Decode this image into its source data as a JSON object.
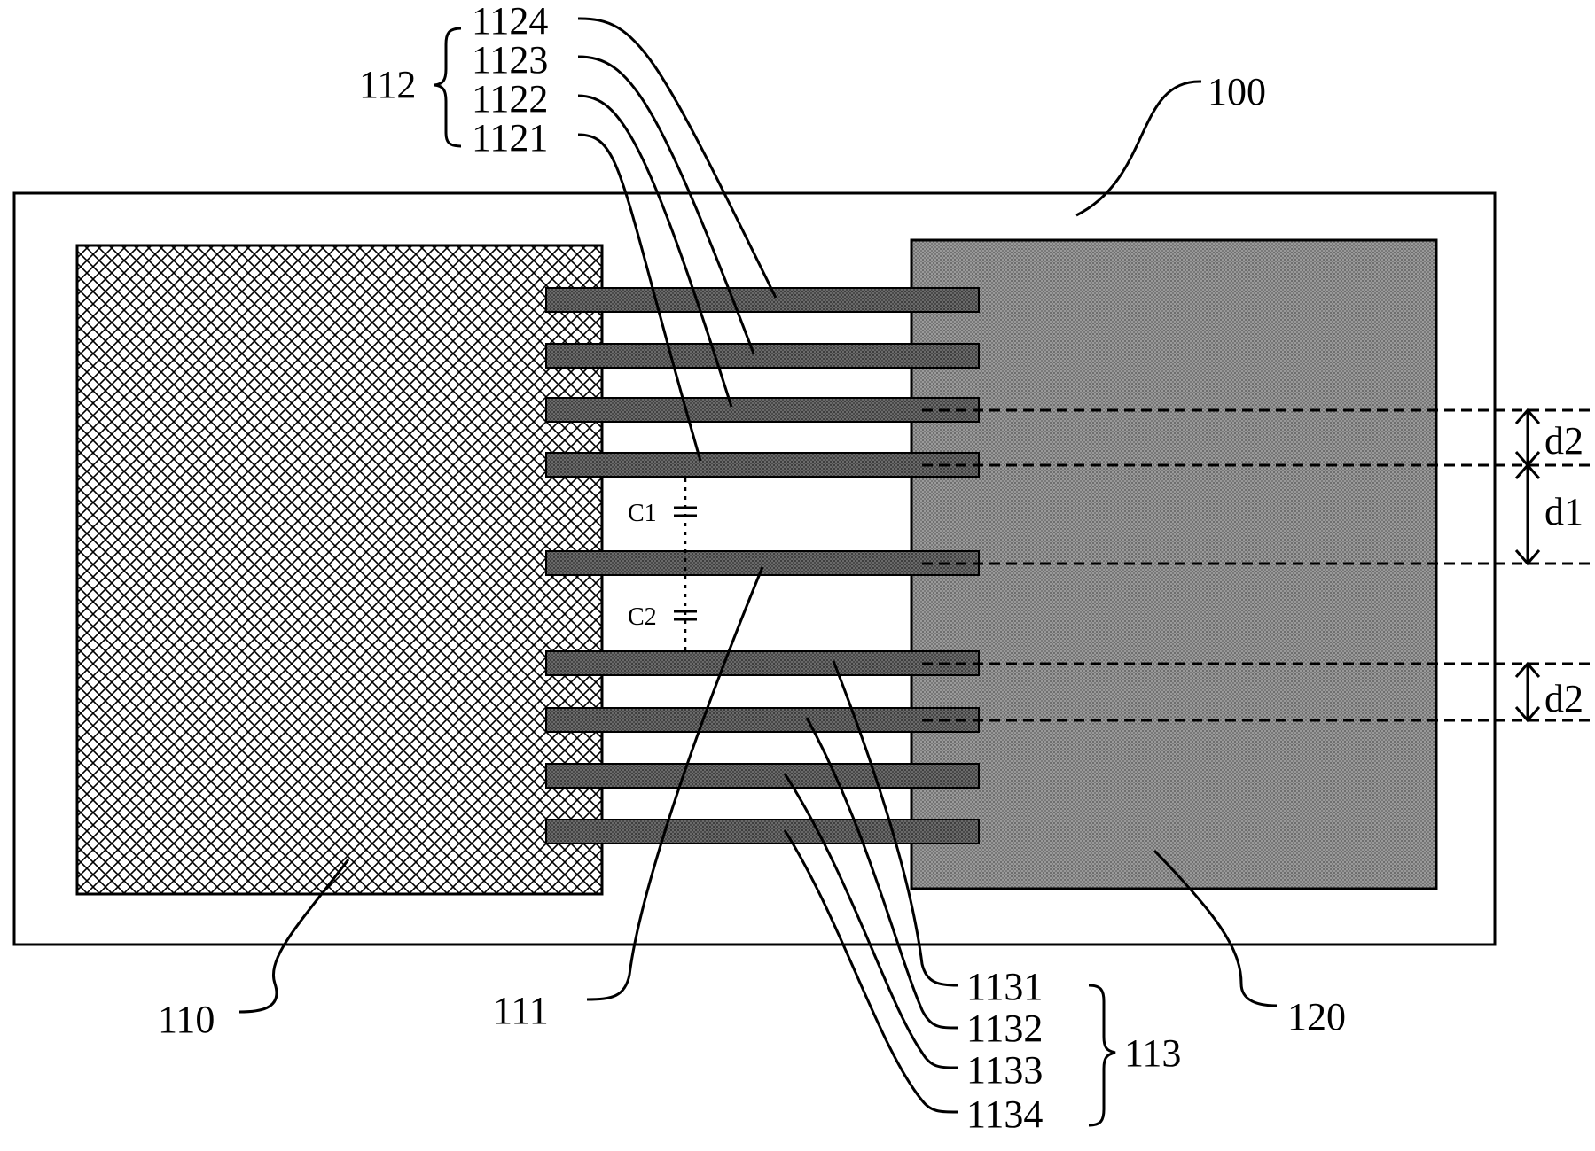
{
  "labels": {
    "substrate": "100",
    "left_pad": "110",
    "finger_bottom_lead": "111",
    "group_top": "112",
    "group_bottom": "113",
    "right_pad": "120",
    "top_fingers": [
      "1124",
      "1123",
      "1122",
      "1121"
    ],
    "bottom_fingers": [
      "1131",
      "1132",
      "1133",
      "1134"
    ],
    "cap_c1": "C1",
    "cap_c2": "C2",
    "dim_d2_top": "d2",
    "dim_d1": "d1",
    "dim_d2_bottom": "d2"
  },
  "colors": {
    "outline": "#000000",
    "left_pad_hatch": "#000000",
    "right_pad_fill": "#8a8a8a",
    "finger_fill": "#5a5a5a"
  }
}
